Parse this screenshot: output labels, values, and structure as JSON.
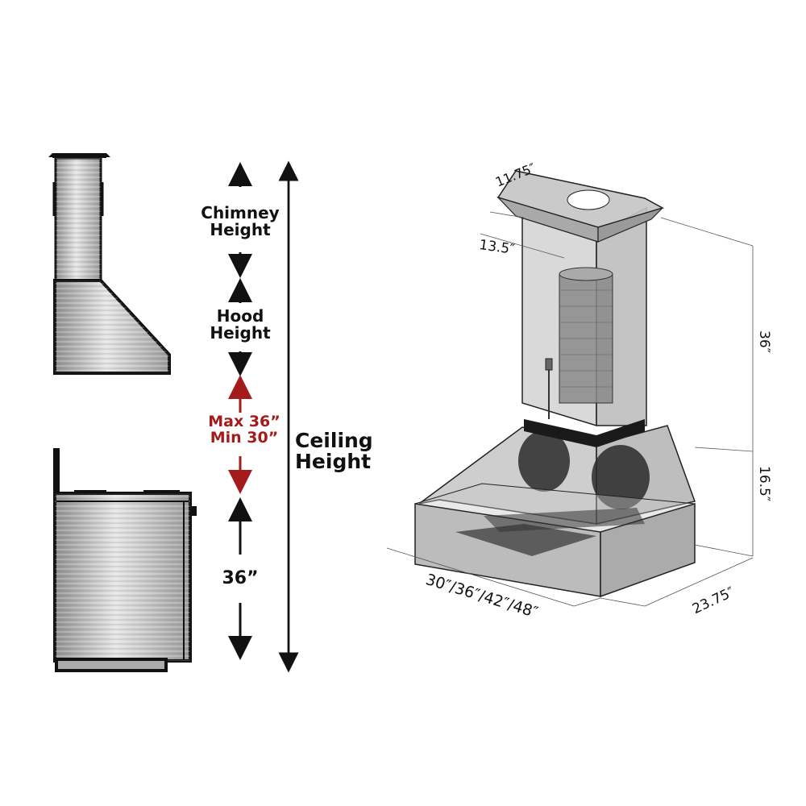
{
  "side_view": {
    "labels": {
      "chimney_height": [
        "Chimney",
        "Height"
      ],
      "hood_height": [
        "Hood",
        "Height"
      ],
      "clearance": [
        "Max 36”",
        "Min 30”"
      ],
      "counter_height": "36”",
      "ceiling_height": [
        "Ceiling",
        "Height"
      ]
    },
    "colors": {
      "clearance": "#a31b1b",
      "text": "#111111",
      "outline": "#111111"
    }
  },
  "iso_view": {
    "dimensions": {
      "chimney_top_width": "11.75″",
      "chimney_top_depth": "13.5″",
      "chimney_height": "36″",
      "hood_height": "16.5″",
      "hood_widths": "30″/36″/42″/48″",
      "hood_depth": "23.75″"
    }
  }
}
